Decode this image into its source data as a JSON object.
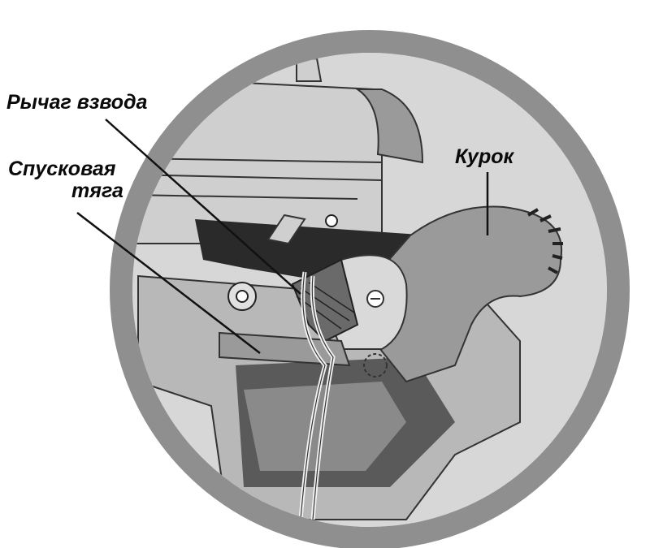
{
  "labels": {
    "cocking_lever": "Рычаг взвода",
    "trigger_rod_line1": "Спусковая",
    "trigger_rod_line2": "тяга",
    "hammer": "Курок"
  },
  "colors": {
    "ring": "#8f8f8f",
    "background": "#ffffff",
    "receiver_light": "#cfcfcf",
    "mid_gray": "#a9a9a9",
    "dark_gray": "#5a5a5a",
    "shadow": "#2a2a2a",
    "line": "#111111"
  },
  "icons": {
    "diagram": "pistol-trigger-mechanism-cutaway"
  }
}
